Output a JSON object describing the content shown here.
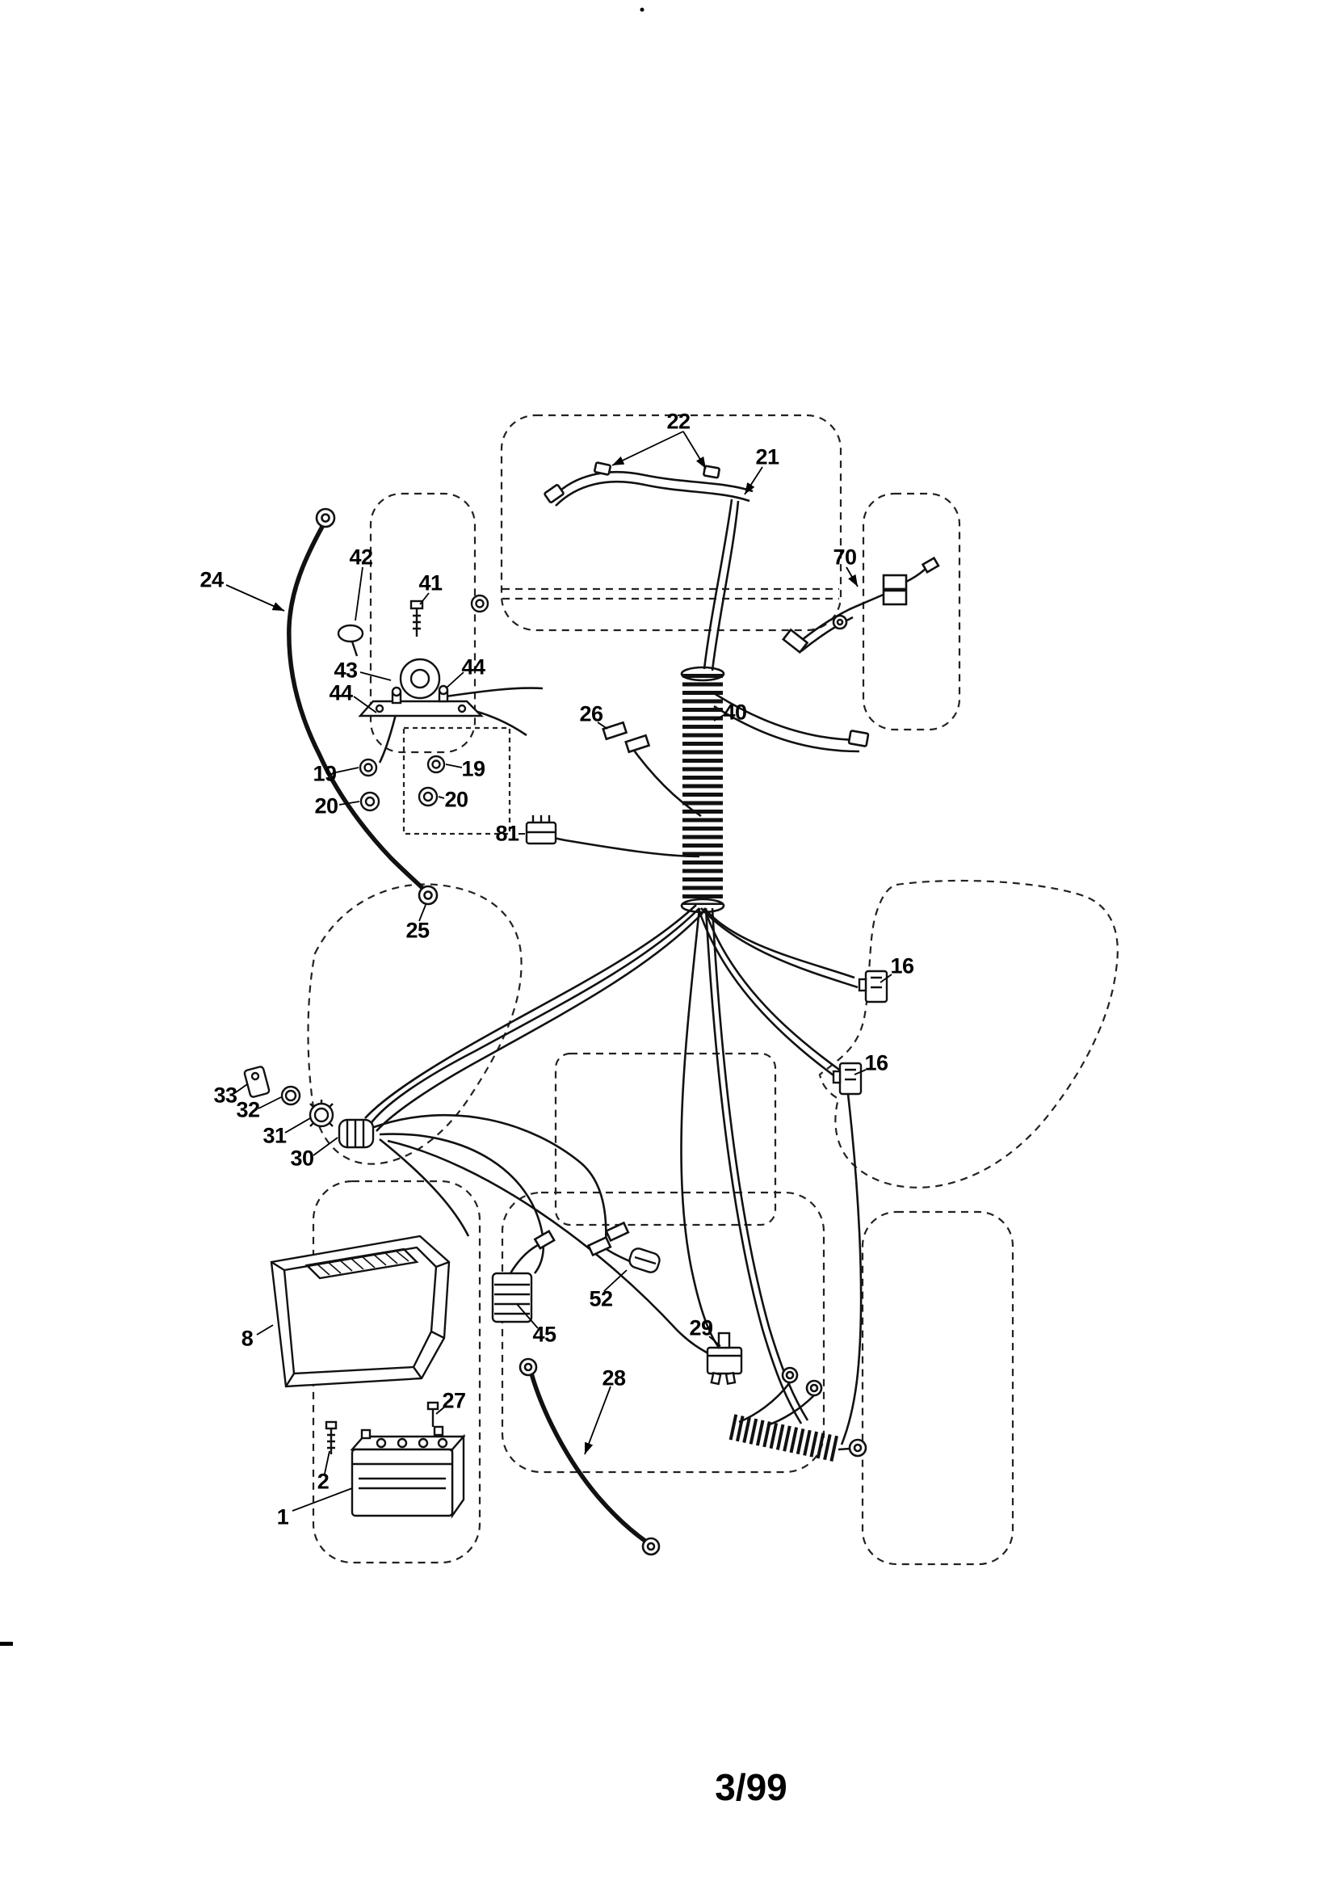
{
  "footer": {
    "page_date": "3/99"
  },
  "callouts": {
    "1": "1",
    "2": "2",
    "8": "8",
    "16": "16",
    "19": "19",
    "20": "20",
    "21": "21",
    "22": "22",
    "24": "24",
    "25": "25",
    "26": "26",
    "27": "27",
    "28": "28",
    "29": "29",
    "30": "30",
    "31": "31",
    "32": "32",
    "33": "33",
    "40": "40",
    "41": "41",
    "42": "42",
    "43": "43",
    "44": "44",
    "45": "45",
    "52": "52",
    "70": "70",
    "81": "81"
  }
}
